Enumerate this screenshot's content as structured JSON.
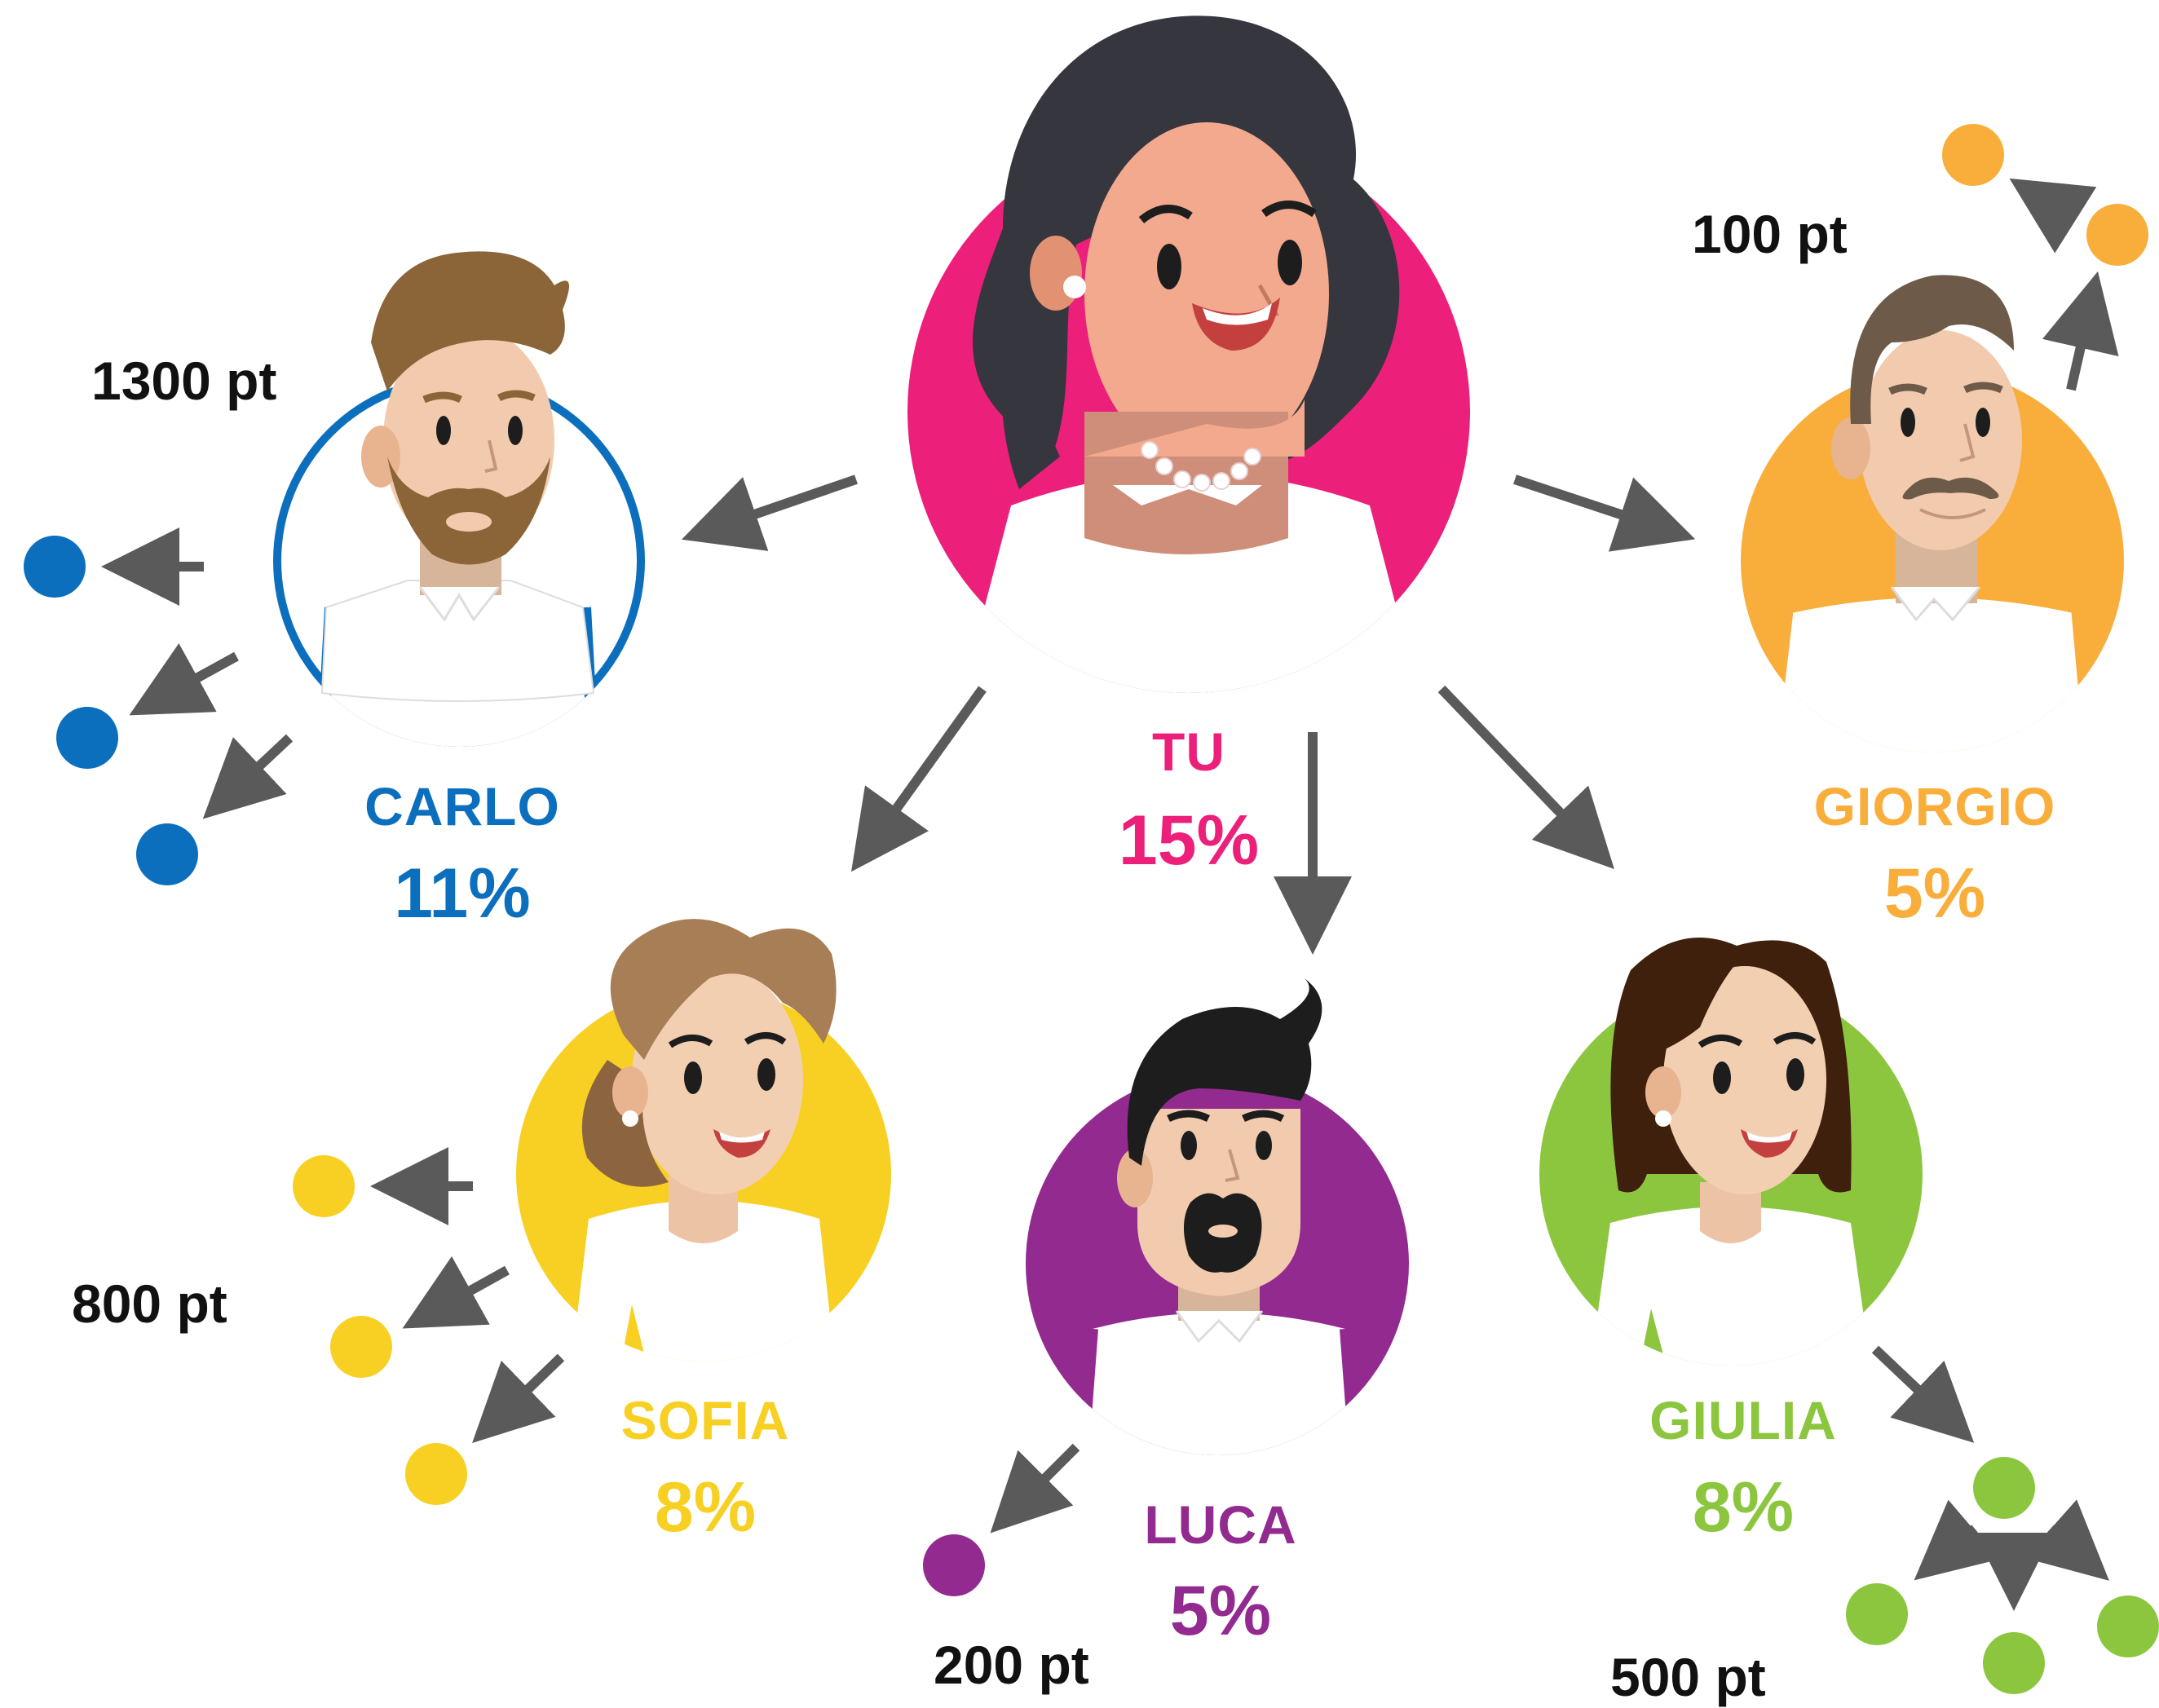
{
  "colors": {
    "tu": "#EC1F7A",
    "carlo": "#0B6FBE",
    "giorgio": "#F9AE3B",
    "sofia": "#F8D023",
    "luca": "#922A8F",
    "giulia": "#8CC63F",
    "arrow": "#5A5A5A"
  },
  "people": {
    "tu": {
      "name": "TU",
      "percent": "15%"
    },
    "carlo": {
      "name": "CARLO",
      "percent": "11%",
      "points": "1300 pt"
    },
    "giorgio": {
      "name": "GIORGIO",
      "percent": "5%",
      "points": "100 pt"
    },
    "sofia": {
      "name": "SOFIA",
      "percent": "8%",
      "points": "800 pt"
    },
    "luca": {
      "name": "LUCA",
      "percent": "5%",
      "points": "200 pt"
    },
    "giulia": {
      "name": "GIULIA",
      "percent": "8%",
      "points": "500 pt"
    }
  },
  "icons": {
    "tu": "woman-avatar-icon",
    "carlo": "bearded-man-avatar-icon",
    "giorgio": "mustache-man-avatar-icon",
    "sofia": "woman-bun-avatar-icon",
    "luca": "goatee-man-avatar-icon",
    "giulia": "long-hair-woman-avatar-icon"
  }
}
